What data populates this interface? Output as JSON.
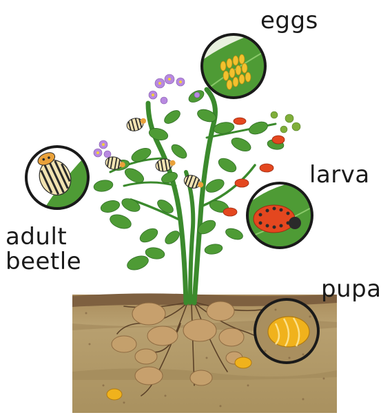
{
  "labels": {
    "eggs": "eggs",
    "larva": "larva",
    "adult_line1": "adult",
    "adult_line2": "beetle",
    "pupa": "pupa"
  },
  "colors": {
    "soil_top": "#8a6a46",
    "soil": "#b39a6b",
    "soil_dark": "#7b5e3d",
    "stem": "#3c8a2e",
    "leaf": "#4e9b35",
    "leaf_dark": "#2f6d25",
    "potato": "#c9a26e",
    "flower": "#b889e0",
    "egg": "#f2c12e",
    "larva": "#e4471f",
    "pupa": "#f0b21c",
    "beetle_stripe": "#2a2a2a",
    "beetle_body": "#f1e2b1"
  }
}
